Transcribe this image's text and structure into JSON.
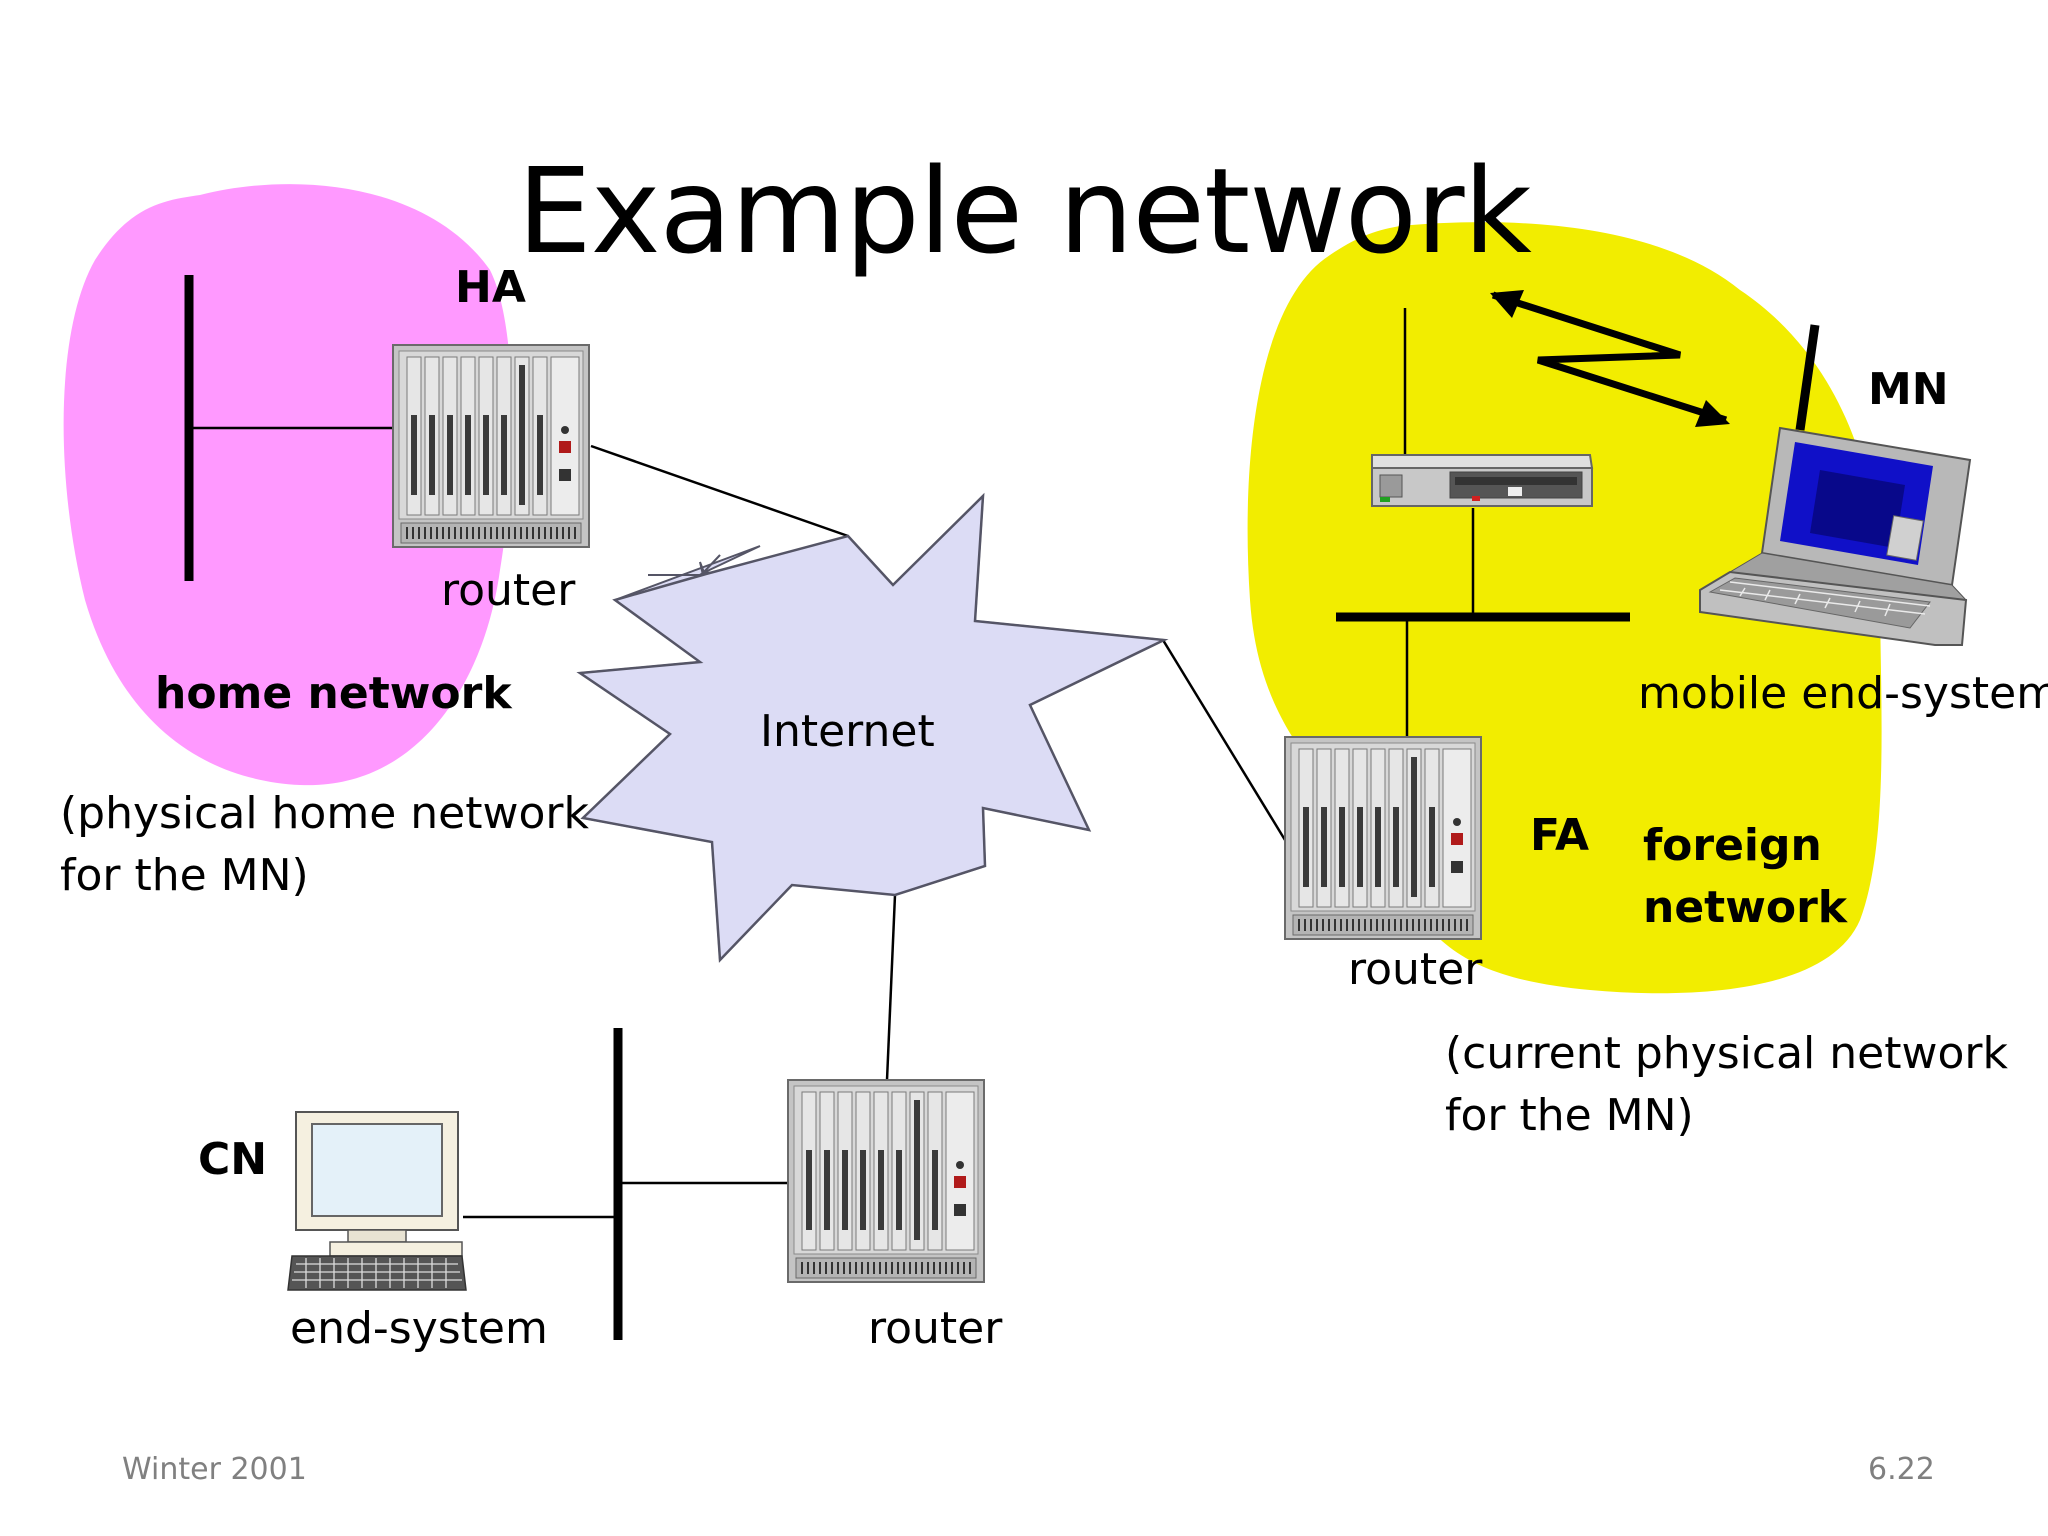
{
  "slide": {
    "title": "Example network",
    "footer_left": "Winter 2001",
    "footer_right": "6.22"
  },
  "labels": {
    "ha": "HA",
    "home_router": "router",
    "home_network": "home network",
    "home_note_1": "(physical home network",
    "home_note_2": "for the MN)",
    "internet": "Internet",
    "mn": "MN",
    "mobile_end_system": "mobile end-system",
    "fa": "FA",
    "foreign_1": "foreign",
    "foreign_2": "network",
    "foreign_router": "router",
    "foreign_note_1": "(current physical network",
    "foreign_note_2": "for the MN)",
    "cn": "CN",
    "end_system": "end-system",
    "cn_router": "router"
  },
  "colors": {
    "home_blob": "#ff99ff",
    "foreign_blob": "#f2ed00",
    "internet_cloud": "#dcdcf5",
    "lines": "#000000",
    "router_body": "#c8c8c8",
    "laptop_screen": "#0a0ad0",
    "monitor_screen": "#e4f1f9",
    "footer_text": "#808080"
  },
  "icons": {
    "home_router": "rack-router-icon",
    "foreign_router": "rack-router-icon",
    "cn_router": "rack-router-icon",
    "access_point": "wireless-access-point-icon",
    "mobile_node": "laptop-icon",
    "correspondent_node": "desktop-computer-icon",
    "wireless_link": "wireless-link-arrow-icon"
  }
}
